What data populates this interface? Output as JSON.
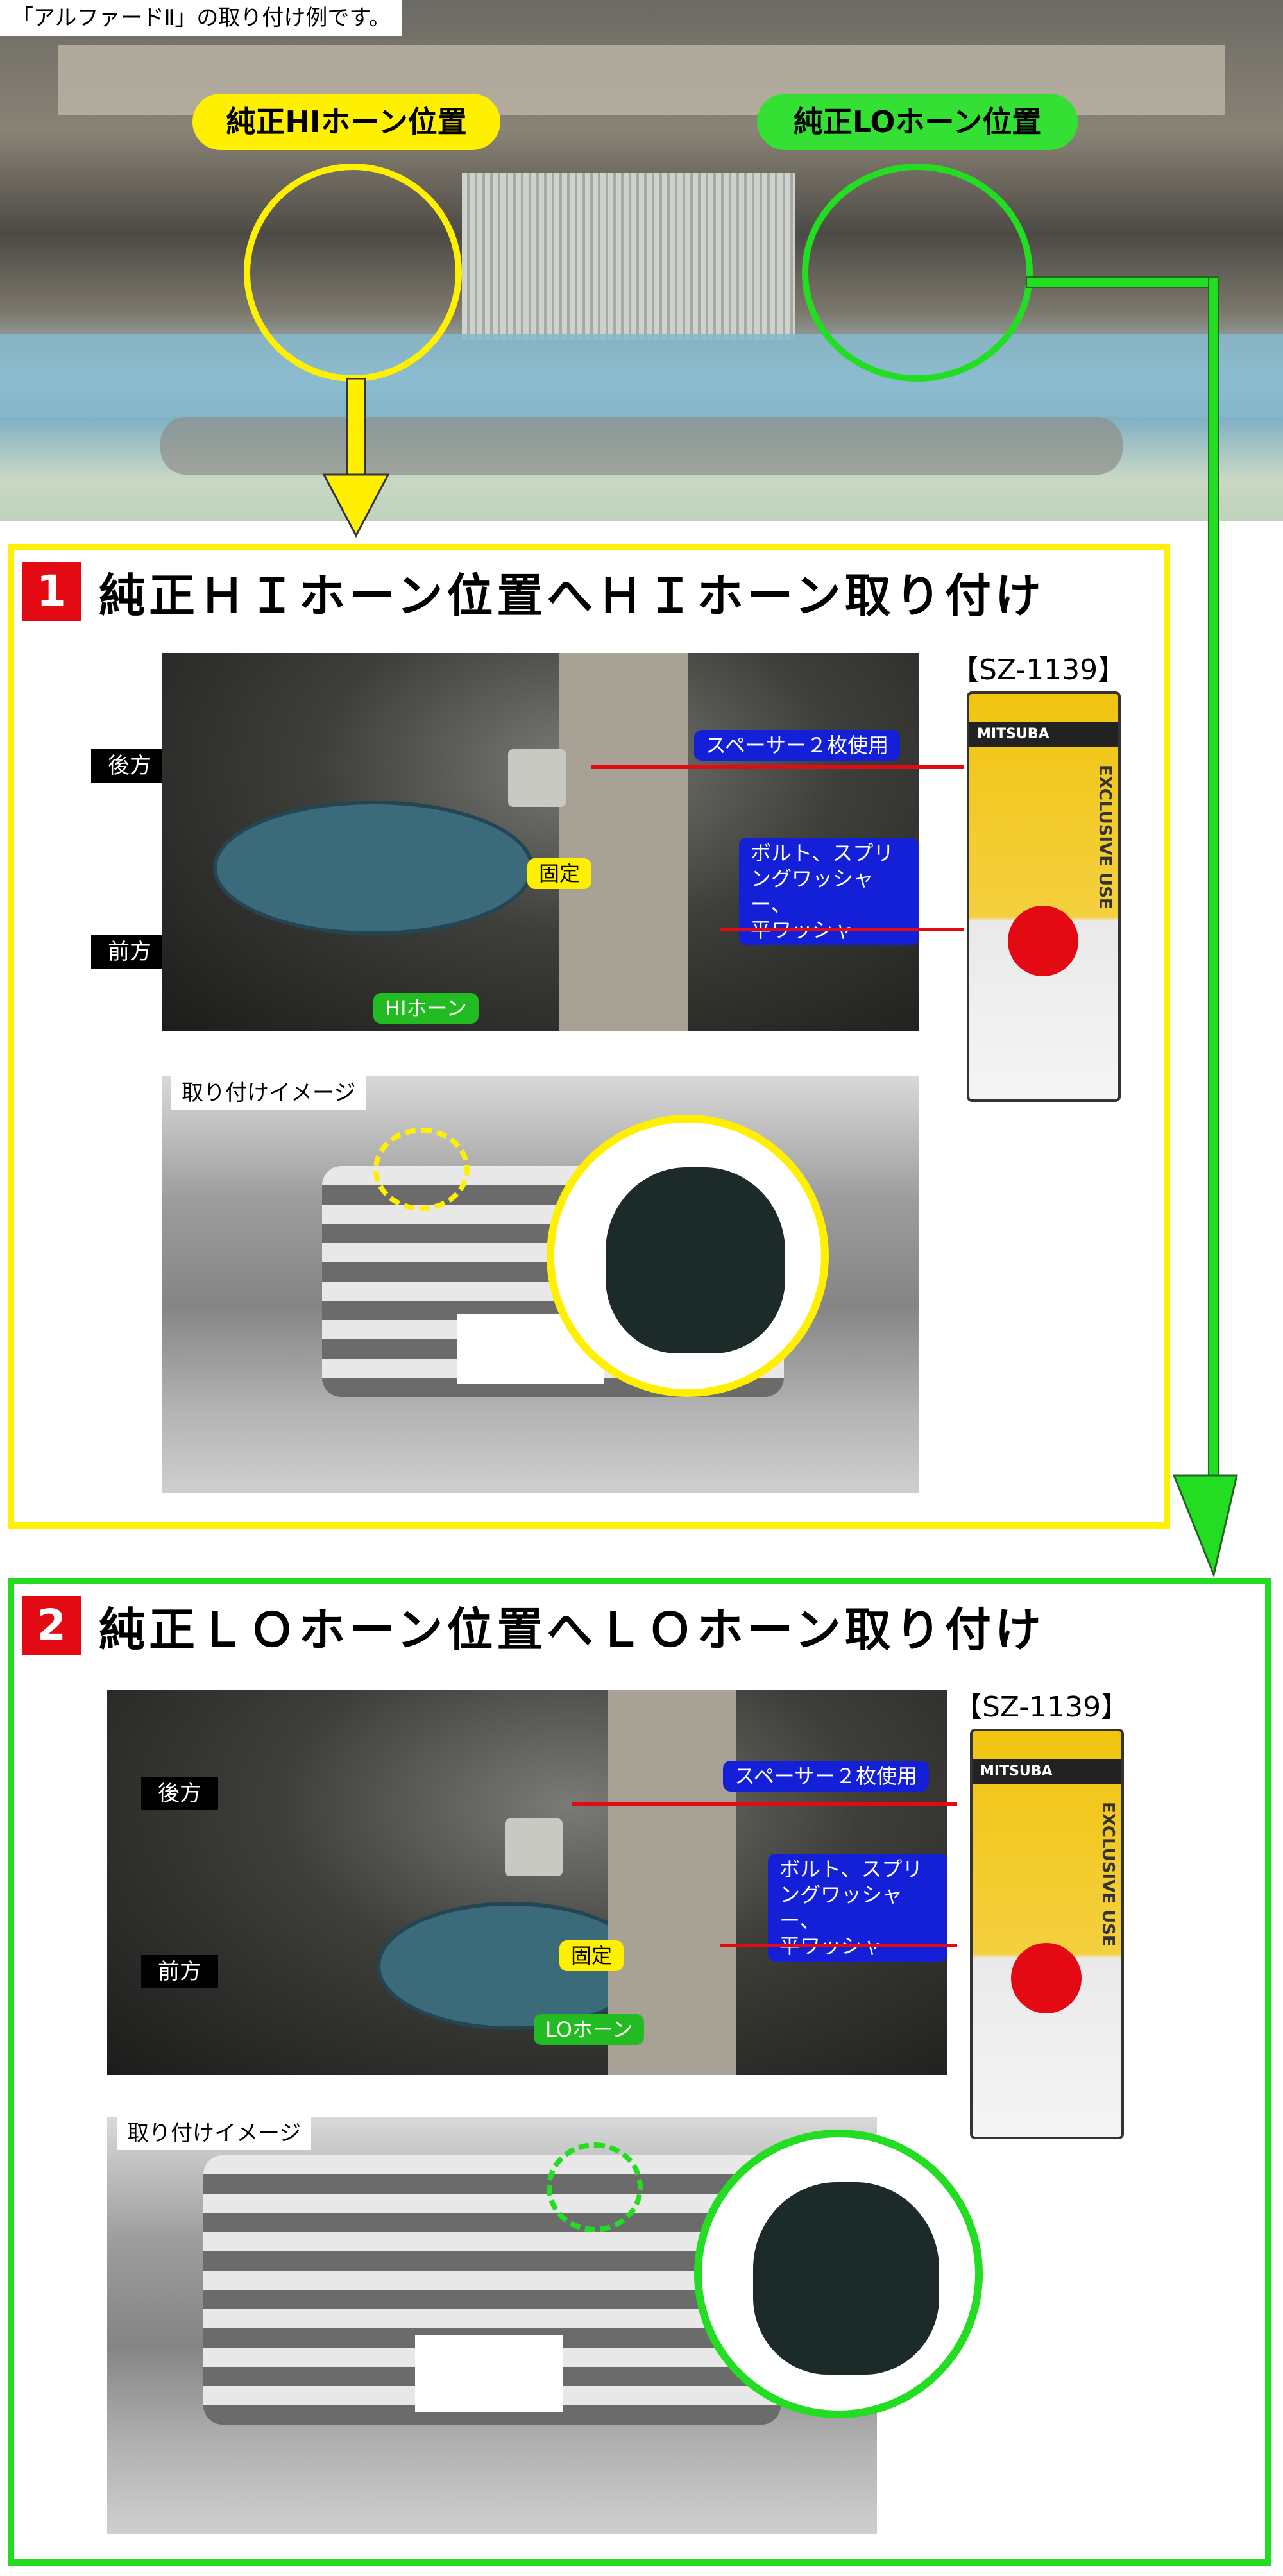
{
  "caption": "「アルファードⅡ」の取り付け例です。",
  "top_labels": {
    "hi_position": "純正HIホーン位置",
    "lo_position": "純正LOホーン位置"
  },
  "sections": [
    {
      "number": "1",
      "title": "純正ＨＩホーン位置へＨＩホーン取り付け",
      "direction_back": "後方",
      "direction_front": "前方",
      "spacer_callout": "スペーサー２枚使用",
      "bolt_callout_lines": [
        "ボルト、スプリ",
        "ングワッシャー、",
        "平ワッシャー"
      ],
      "fixed_label": "固定",
      "horn_label": "HIホーン",
      "package_code": "【SZ-1139】",
      "image_tag": "取り付けイメージ"
    },
    {
      "number": "2",
      "title": "純正ＬＯホーン位置へＬＯホーン取り付け",
      "direction_back": "後方",
      "direction_front": "前方",
      "spacer_callout": "スペーサー２枚使用",
      "bolt_callout_lines": [
        "ボルト、スプリ",
        "ングワッシャー、",
        "平ワッシャー"
      ],
      "fixed_label": "固定",
      "horn_label": "LOホーン",
      "package_code": "【SZ-1139】",
      "image_tag": "取り付けイメージ"
    }
  ],
  "package": {
    "brand": "MITSUBA",
    "side_text": "EXCLUSIVE USE"
  },
  "colors": {
    "hi": "#ffef00",
    "lo": "#22dd22",
    "number_badge": "#e40a14",
    "callout": "#1420d8",
    "pointer": "#e40a14"
  }
}
